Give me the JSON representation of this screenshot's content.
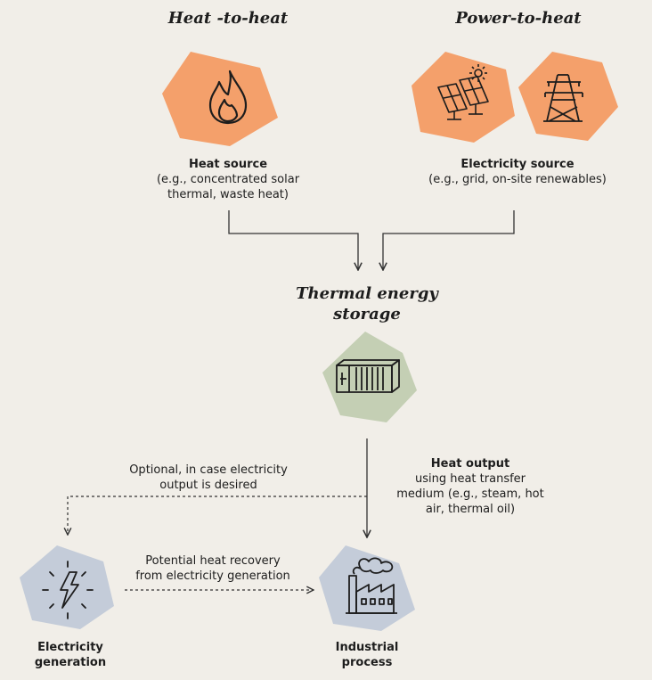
{
  "headings": {
    "heat_to_heat": "Heat -to-heat",
    "power_to_heat": "Power-to-heat",
    "storage_line1": "Thermal energy",
    "storage_line2": "storage"
  },
  "nodes": {
    "heat_source": {
      "title": "Heat source",
      "line1": "(e.g., concentrated solar",
      "line2": "thermal, waste heat)"
    },
    "electricity_source": {
      "title": "Electricity source",
      "line1": "(e.g., grid, on-site renewables)"
    },
    "electricity_generation": {
      "line1": "Electricity",
      "line2": "generation"
    },
    "industrial_process": {
      "line1": "Industrial",
      "line2": "process"
    }
  },
  "edges": {
    "heat_output": {
      "title": "Heat output",
      "line1": "using heat transfer",
      "line2": "medium (e.g., steam, hot",
      "line3": "air, thermal oil)"
    },
    "optional": {
      "line1": "Optional, in case electricity",
      "line2": "output is desired"
    },
    "recovery": {
      "line1": "Potential heat recovery",
      "line2": "from electricity generation"
    }
  },
  "icons": {
    "heat_source": "flame-icon",
    "solar": "solar-panel-icon",
    "grid": "power-tower-icon",
    "storage": "storage-container-icon",
    "generation": "lightning-icon",
    "factory": "factory-icon"
  },
  "colors": {
    "source": "#f4a06b",
    "storage": "#c4cfb4",
    "output": "#c4ccd9",
    "line": "#333333"
  }
}
